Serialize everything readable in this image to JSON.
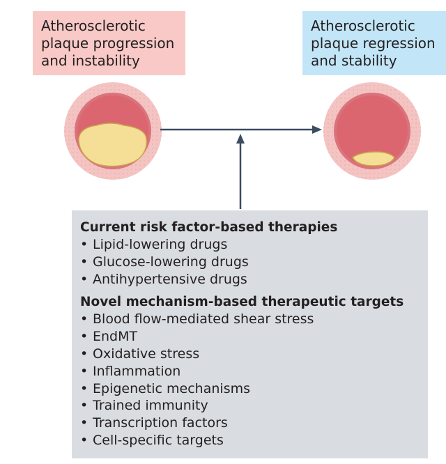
{
  "left_label": {
    "lines": [
      "Atherosclerotic",
      "plaque progression",
      "and instability"
    ],
    "color": "#f8c9c6"
  },
  "right_label": {
    "lines": [
      "Atherosclerotic",
      "plaque regression",
      "and stability"
    ],
    "color": "#c2e6f7"
  },
  "therapy_box": {
    "color": "#d9dde2",
    "sections": [
      {
        "title": "Current risk factor-based therapies",
        "items": [
          "Lipid-lowering drugs",
          "Glucose-lowering drugs",
          "Antihypertensive drugs"
        ]
      },
      {
        "title": "Novel mechanism-based therapeutic targets",
        "items": [
          "Blood flow-mediated shear stress",
          "EndMT",
          "Oxidative stress",
          "Inflammation",
          "Epigenetic mechanisms",
          "Trained immunity",
          "Transcription factors",
          "Cell-specific targets"
        ]
      }
    ]
  },
  "colors": {
    "vessel_wall": "#f4c4c3",
    "vessel_ring": "#d9737c",
    "lumen": "#dc6670",
    "plaque": "#f5df97",
    "plaque_outline": "#c9a44c",
    "arrow": "#3a4c62"
  }
}
